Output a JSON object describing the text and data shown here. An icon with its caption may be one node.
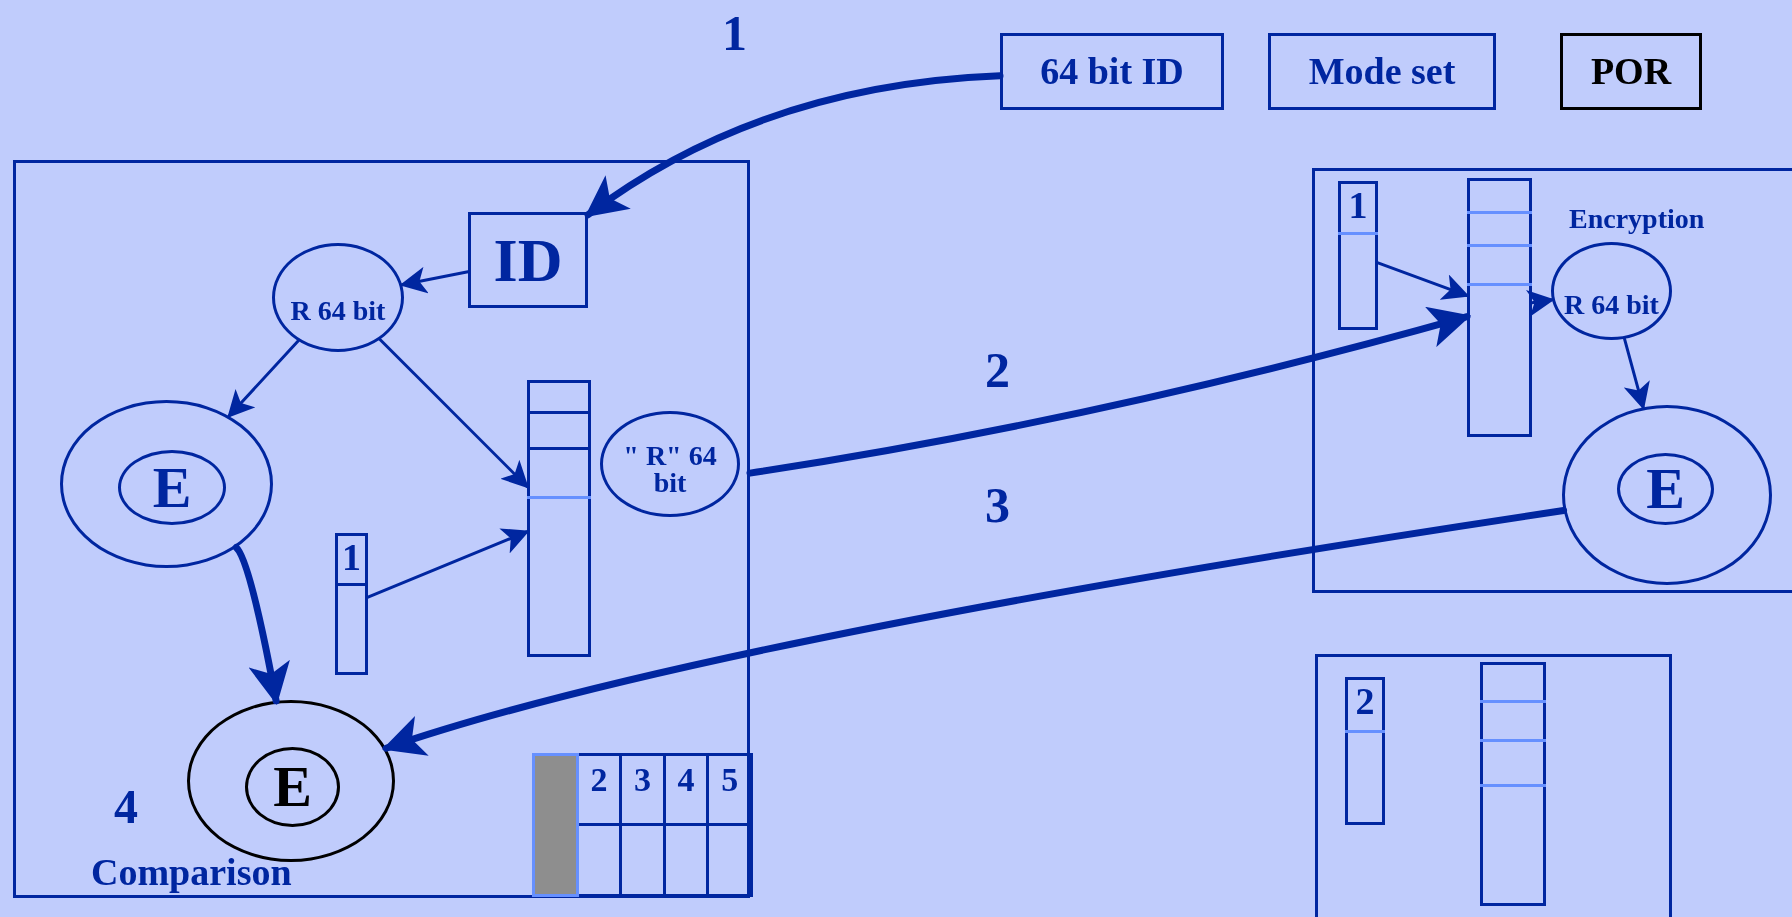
{
  "diagram": {
    "nodes": [
      {
        "text": [
          "64 bit ID"
        ]
      },
      {
        "text": [
          "Mode set"
        ]
      },
      {
        "text": [
          "POR"
        ]
      },
      {
        "text": [
          "4",
          "Comparison"
        ]
      },
      {
        "text": [
          "ID"
        ],
        "in": 3
      },
      {
        "text": [
          "R 64 bit"
        ],
        "in": 3
      },
      {
        "text": [],
        "shape": "ellipse",
        "in": 3
      },
      {
        "text": [
          "E"
        ],
        "in": 6
      },
      {
        "text": [],
        "shape": "box",
        "in": 3
      },
      {
        "text": [
          "\" R\" 64 bit"
        ],
        "in": 3
      },
      {
        "text": [
          "1"
        ],
        "in": 3
      },
      {
        "text": [],
        "shape": "ellipse",
        "in": 3
      },
      {
        "text": [
          "E"
        ],
        "in": 11
      },
      {
        "text": [
          "Encryption"
        ]
      },
      {
        "text": [
          "1"
        ],
        "in": 13
      },
      {
        "text": [],
        "shape": "box",
        "in": 13
      },
      {
        "text": [
          "R 64 bit"
        ],
        "in": 13
      },
      {
        "text": [],
        "shape": "ellipse",
        "in": 13
      },
      {
        "text": [
          "E"
        ],
        "in": 17
      },
      {
        "text": [],
        "shape": "box"
      },
      {
        "text": [
          "2"
        ],
        "in": 19
      },
      {
        "text": [],
        "shape": "box",
        "in": 19
      }
    ],
    "edges": [
      {
        "from": 0,
        "to": 4,
        "arrow": "to",
        "label": "1",
        "style": "thick"
      },
      {
        "from": 4,
        "to": 5,
        "arrow": "to"
      },
      {
        "from": 5,
        "to": 6,
        "arrow": "to"
      },
      {
        "from": 5,
        "to": 8,
        "arrow": "to"
      },
      {
        "from": 10,
        "to": 8,
        "arrow": "to"
      },
      {
        "from": 6,
        "to": 11,
        "arrow": "to",
        "style": "thick"
      },
      {
        "from": 3,
        "to": 15,
        "arrow": "to",
        "label": "2",
        "style": "thick"
      },
      {
        "from": 17,
        "to": 11,
        "arrow": "to",
        "label": "3",
        "style": "thick"
      },
      {
        "from": 14,
        "to": 15,
        "arrow": "to"
      },
      {
        "from": 15,
        "to": 16,
        "arrow": "to"
      },
      {
        "from": 16,
        "to": 17,
        "arrow": "to"
      }
    ],
    "labels": [
      "2",
      "3",
      "4",
      "5"
    ]
  }
}
